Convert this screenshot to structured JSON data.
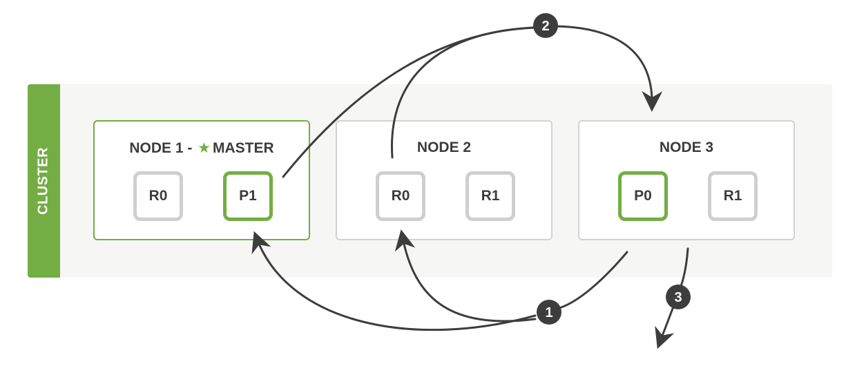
{
  "cluster": {
    "label": "CLUSTER"
  },
  "nodes": [
    {
      "title_prefix": "NODE 1 - ",
      "title_suffix": "MASTER",
      "star_icon": "star-icon",
      "shards": [
        {
          "label": "R0",
          "primary": false
        },
        {
          "label": "P1",
          "primary": true
        }
      ]
    },
    {
      "title": "NODE 2",
      "shards": [
        {
          "label": "R0",
          "primary": false
        },
        {
          "label": "R1",
          "primary": false
        }
      ]
    },
    {
      "title": "NODE 3",
      "shards": [
        {
          "label": "P0",
          "primary": true
        },
        {
          "label": "R1",
          "primary": false
        }
      ]
    }
  ],
  "steps": [
    "1",
    "2",
    "3"
  ],
  "colors": {
    "accent": "#73ad43",
    "replica_border": "#cfcfcf",
    "node_border": "#d2d2d2",
    "arrow": "#3d3d3d",
    "cluster_bg": "#f6f6f5"
  }
}
